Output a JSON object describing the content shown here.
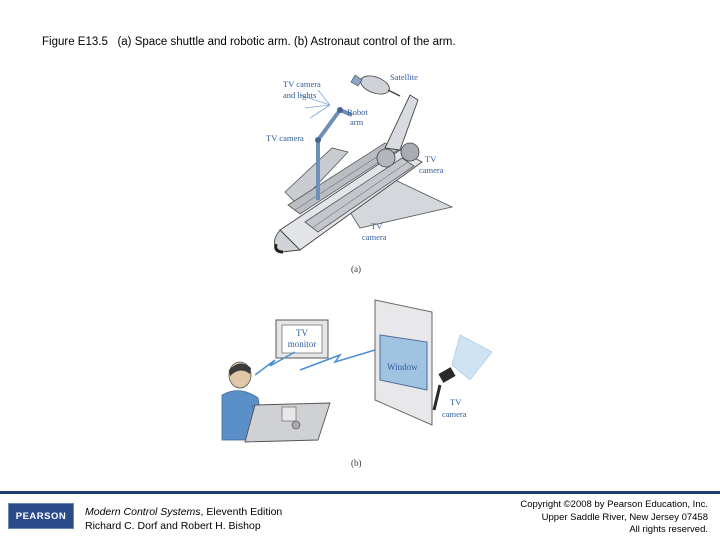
{
  "caption": {
    "figure_number": "Figure E13.5",
    "text": "(a) Space shuttle and robotic arm. (b) Astronaut control of the arm."
  },
  "panel_a": {
    "label": "(a)",
    "labels": {
      "tv_camera_lights_1": "TV camera",
      "tv_camera_lights_2": "and lights",
      "satellite": "Satellite",
      "robot_arm_1": "Robot",
      "robot_arm_2": "arm",
      "tv_camera_left": "TV camera",
      "tv_camera_right_1": "TV",
      "tv_camera_right_2": "camera",
      "tv_camera_bottom_1": "TV",
      "tv_camera_bottom_2": "camera"
    }
  },
  "panel_b": {
    "label": "(b)",
    "labels": {
      "tv_monitor_1": "TV",
      "tv_monitor_2": "monitor",
      "window": "Window",
      "tv_camera_1": "TV",
      "tv_camera_2": "camera"
    }
  },
  "footer": {
    "logo": "PEARSON",
    "book_title": "Modern Control Systems",
    "book_edition": ", Eleventh Edition",
    "authors": "Richard C. Dorf and Robert H. Bishop",
    "copyright_line1": "Copyright ©2008 by Pearson Education, Inc.",
    "copyright_line2": "Upper Saddle River, New Jersey 07458",
    "copyright_line3": "All rights reserved."
  },
  "colors": {
    "light_blue": "#9fc3e0",
    "mid_blue": "#5b8fc7",
    "footer_navy": "#1e3a6e"
  }
}
